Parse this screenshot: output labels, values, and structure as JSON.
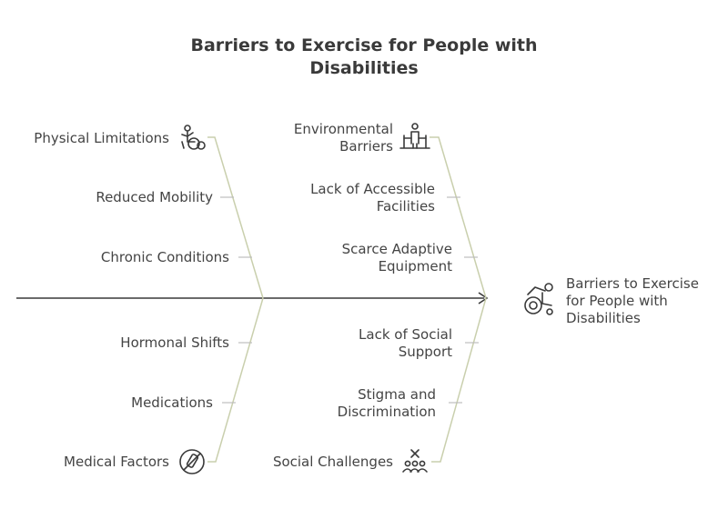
{
  "title": "Barriers to Exercise for People with Disabilities",
  "effect": {
    "label": "Barriers to Exercise for People with Disabilities",
    "icon": "wheelchair-athlete-icon"
  },
  "categories": [
    {
      "name": "Physical Limitations",
      "icon": "person-wheelchair-icon",
      "causes": [
        "Reduced Mobility",
        "Chronic Conditions"
      ]
    },
    {
      "name": "Environmental Barriers",
      "icon": "building-access-icon",
      "causes": [
        "Lack of Accessible Facilities",
        "Scarce Adaptive Equipment"
      ]
    },
    {
      "name": "Medical Factors",
      "icon": "no-medicine-icon",
      "causes": [
        "Hormonal Shifts",
        "Medications"
      ]
    },
    {
      "name": "Social Challenges",
      "icon": "group-exclusion-icon",
      "causes": [
        "Lack of Social Support",
        "Stigma and Discrimination"
      ]
    }
  ],
  "colors": {
    "spine": "#3a3a3a",
    "bone": "#c9cfad",
    "tick": "#bdbdbd",
    "text": "#444444",
    "icon": "#3a3a3a"
  }
}
